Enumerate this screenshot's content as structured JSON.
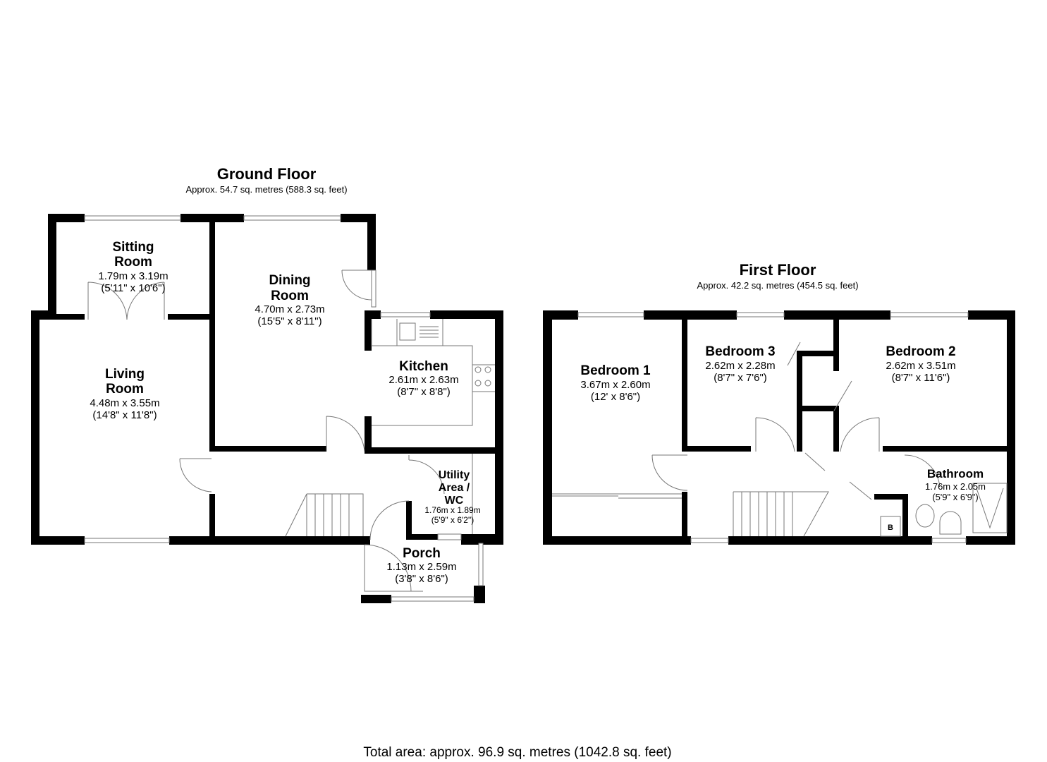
{
  "ground_floor": {
    "title": "Ground Floor",
    "area": "Approx. 54.7 sq. metres (588.3 sq. feet)",
    "rooms": [
      {
        "name_lines": [
          "Sitting",
          "Room"
        ],
        "metric": "1.79m x 3.19m",
        "imperial": "(5'11\" x 10'6\")"
      },
      {
        "name_lines": [
          "Dining",
          "Room"
        ],
        "metric": "4.70m x 2.73m",
        "imperial": "(15'5\" x 8'11\")"
      },
      {
        "name_lines": [
          "Living",
          "Room"
        ],
        "metric": "4.48m x 3.55m",
        "imperial": "(14'8\" x 11'8\")"
      },
      {
        "name_lines": [
          "Kitchen"
        ],
        "metric": "2.61m x 2.63m",
        "imperial": "(8'7\" x 8'8\")"
      },
      {
        "name_lines": [
          "Utility",
          "Area /",
          "WC"
        ],
        "metric": "1.76m x 1.89m",
        "imperial": "(5'9\" x 6'2\")"
      },
      {
        "name_lines": [
          "Porch"
        ],
        "metric": "1.13m x 2.59m",
        "imperial": "(3'8\" x 8'6\")"
      }
    ]
  },
  "first_floor": {
    "title": "First Floor",
    "area": "Approx. 42.2 sq. metres (454.5 sq. feet)",
    "rooms": [
      {
        "name_lines": [
          "Bedroom 1"
        ],
        "metric": "3.67m x 2.60m",
        "imperial": "(12' x 8'6\")"
      },
      {
        "name_lines": [
          "Bedroom 3"
        ],
        "metric": "2.62m x 2.28m",
        "imperial": "(8'7\" x 7'6\")"
      },
      {
        "name_lines": [
          "Bedroom 2"
        ],
        "metric": "2.62m x 3.51m",
        "imperial": "(8'7\" x 11'6\")"
      },
      {
        "name_lines": [
          "Bathroom"
        ],
        "metric": "1.76m x 2.05m",
        "imperial": "(5'9\" x 6'9\")"
      }
    ],
    "boiler_label": "B"
  },
  "total_area": "Total area: approx. 96.9 sq. metres (1042.8 sq. feet)"
}
